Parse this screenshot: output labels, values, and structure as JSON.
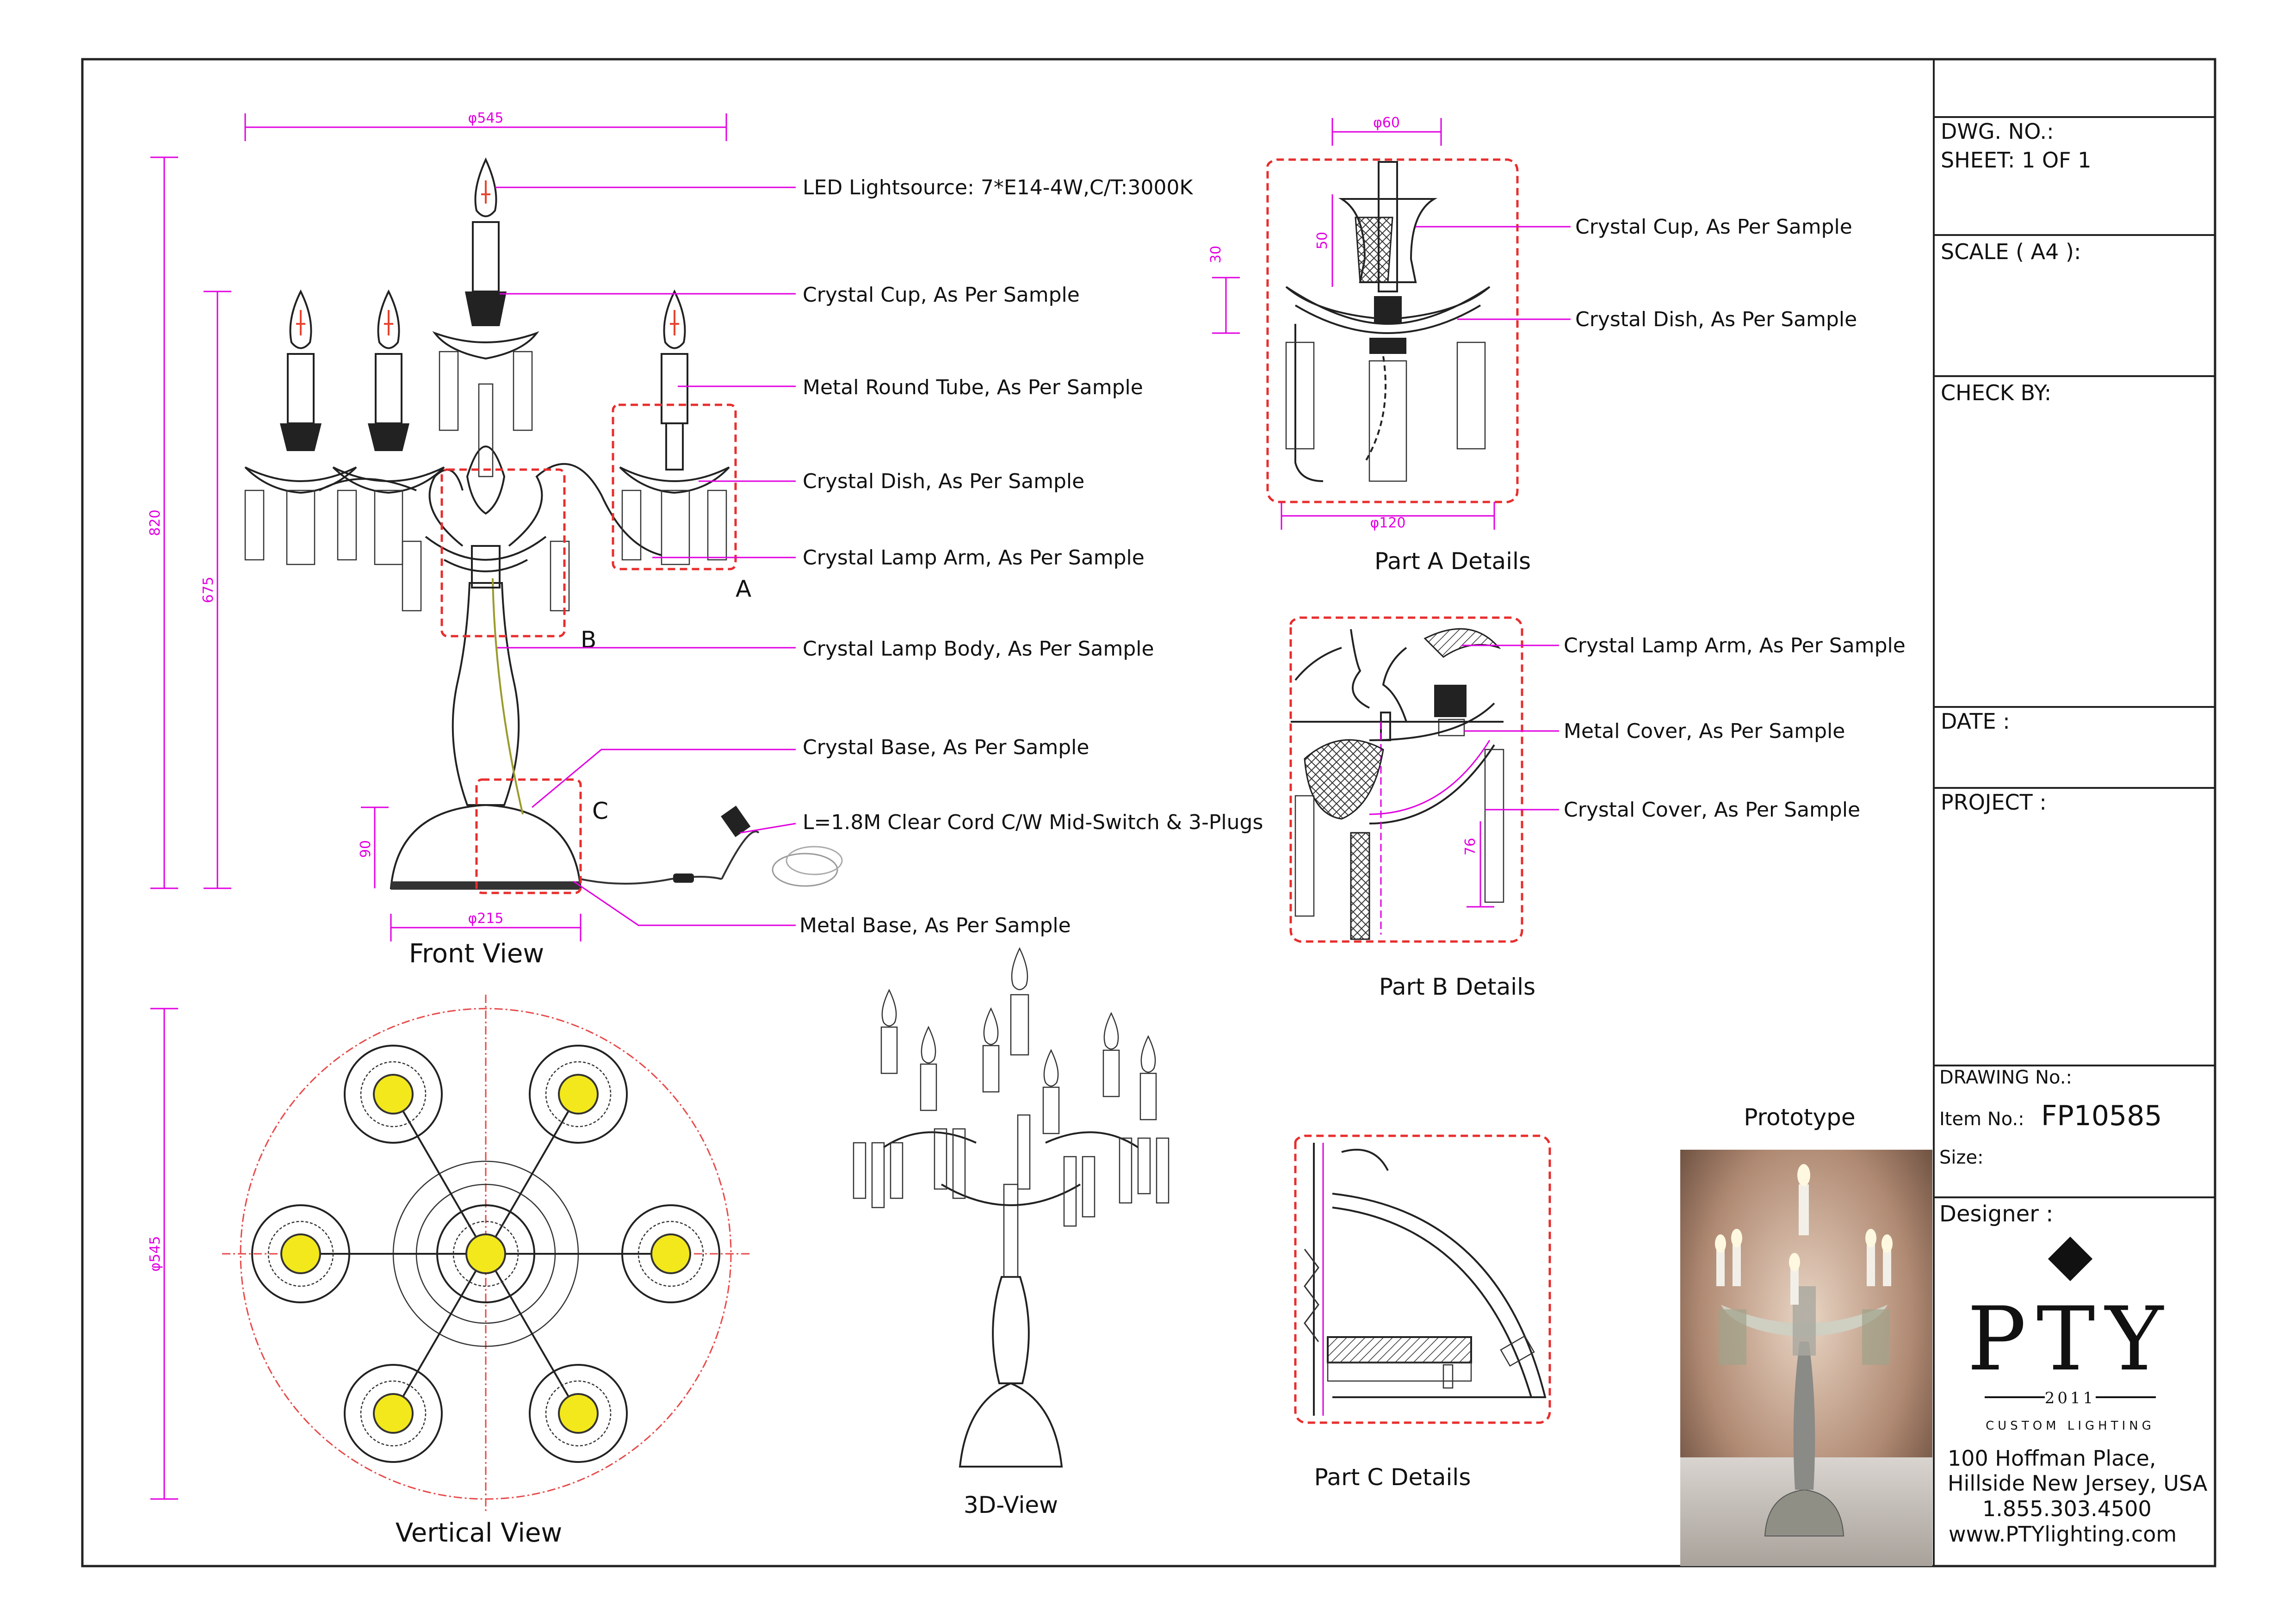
{
  "title_block": {
    "dwg_no_label": "DWG. NO.:",
    "sheet_label": "SHEET: 1 OF 1",
    "scale_label": "SCALE ( A4 ):",
    "check_label": "CHECK BY:",
    "date_label": "DATE :",
    "project_label": "PROJECT :",
    "drawing_no_label": "DRAWING No.:",
    "item_no_label": "Item No.:",
    "item_no_value": "FP10585",
    "size_label": "Size:",
    "designer_label": "Designer :",
    "logo_text": "PTY",
    "logo_year": "2011",
    "logo_tagline": "CUSTOM LIGHTING",
    "address_1": "100 Hoffman Place,",
    "address_2": "Hillside New Jersey, USA",
    "phone": "1.855.303.4500",
    "website": "www.PTYlighting.com"
  },
  "view_titles": {
    "front": "Front View",
    "vertical": "Vertical View",
    "three_d": "3D-View",
    "part_a": "Part A Details",
    "part_b": "Part B Details",
    "part_c": "Part C Details",
    "prototype": "Prototype"
  },
  "detail_markers": {
    "a": "A",
    "b": "B",
    "c": "C"
  },
  "dimensions": {
    "overall_width": "φ545",
    "overall_height": "820",
    "body_height": "675",
    "base_height": "90",
    "base_diameter": "φ215",
    "top_diameter": "φ545",
    "cup_diameter": "φ60",
    "cup_height": "50",
    "dish_height": "30",
    "dish_diameter": "φ120",
    "cover_height": "76"
  },
  "front_callouts": [
    "LED Lightsource: 7*E14-4W,C/T:3000K",
    "Crystal Cup, As Per Sample",
    "Metal Round Tube, As Per Sample",
    "Crystal Dish, As Per Sample",
    "Crystal Lamp Arm, As Per Sample",
    "Crystal Lamp Body, As Per Sample",
    "Crystal Base, As Per Sample",
    "L=1.8M Clear Cord C/W Mid-Switch & 3-Plugs",
    "Metal Base, As Per Sample"
  ],
  "part_a_callouts": [
    "Crystal Cup, As Per Sample",
    "Crystal Dish, As Per Sample"
  ],
  "part_b_callouts": [
    "Crystal Lamp Arm, As Per Sample",
    "Metal Cover, As Per Sample",
    "Crystal  Cover, As Per Sample"
  ],
  "colors": {
    "dimension": "#e100e1",
    "detail_outline": "#e82d2d",
    "bulb_yellow": "#f3e81c",
    "flame": "#e8432e"
  }
}
